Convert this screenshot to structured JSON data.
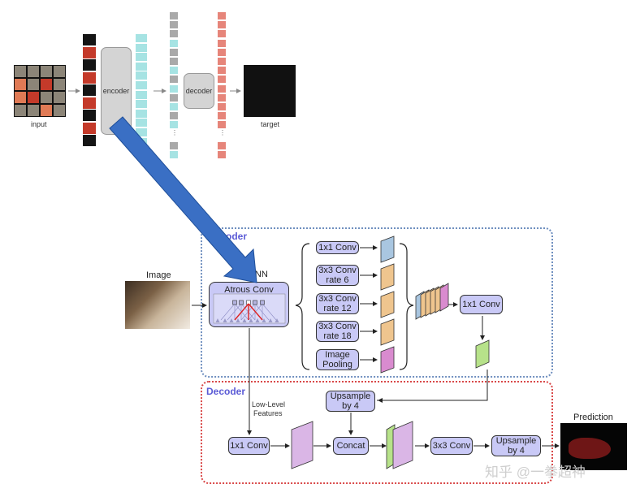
{
  "top": {
    "input_label": "input",
    "encoder_label": "encoder",
    "decoder_label": "decoder",
    "target_label": "target",
    "ellipsis": "..."
  },
  "encoder_panel": {
    "title": "Encoder",
    "dcnn_label": "DCNN",
    "atrous_conv": "Atrous Conv",
    "image_label": "Image",
    "branches": [
      "1x1 Conv",
      "3x3 Conv\nrate 6",
      "3x3 Conv\nrate 12",
      "3x3 Conv\nrate 18",
      "Image\nPooling"
    ],
    "branch_lines": [
      [
        "1x1 Conv"
      ],
      [
        "3x3 Conv",
        "rate 6"
      ],
      [
        "3x3 Conv",
        "rate 12"
      ],
      [
        "3x3 Conv",
        "rate 18"
      ],
      [
        "Image",
        "Pooling"
      ]
    ],
    "merge_conv": "1x1 Conv"
  },
  "decoder_panel": {
    "title": "Decoder",
    "low_level_1": "Low-Level",
    "low_level_2": "Features",
    "upsample1_1": "Upsample",
    "upsample1_2": "by 4",
    "conv1x1": "1x1 Conv",
    "concat": "Concat",
    "conv3x3": "3x3 Conv",
    "upsample2_1": "Upsample",
    "upsample2_2": "by 4",
    "prediction": "Prediction"
  },
  "watermark": "知乎 @一拳超神",
  "colors": {
    "encoder_panel_border": "#6f8fbf",
    "decoder_panel_border": "#d94848",
    "panel_title": "#5b5bd6",
    "box_fill": "#c9c9f6",
    "arrow_blue": "#3a6fc4",
    "cyan_token": "#a6e3e3",
    "gray_token": "#a9a9a9",
    "salmon_token": "#e6857a",
    "feat_blue": "#a9c6e0",
    "feat_orange": "#efc58e",
    "feat_pink": "#d98bcf",
    "feat_green": "#b7e28a",
    "feat_violet": "#dab6e6"
  }
}
